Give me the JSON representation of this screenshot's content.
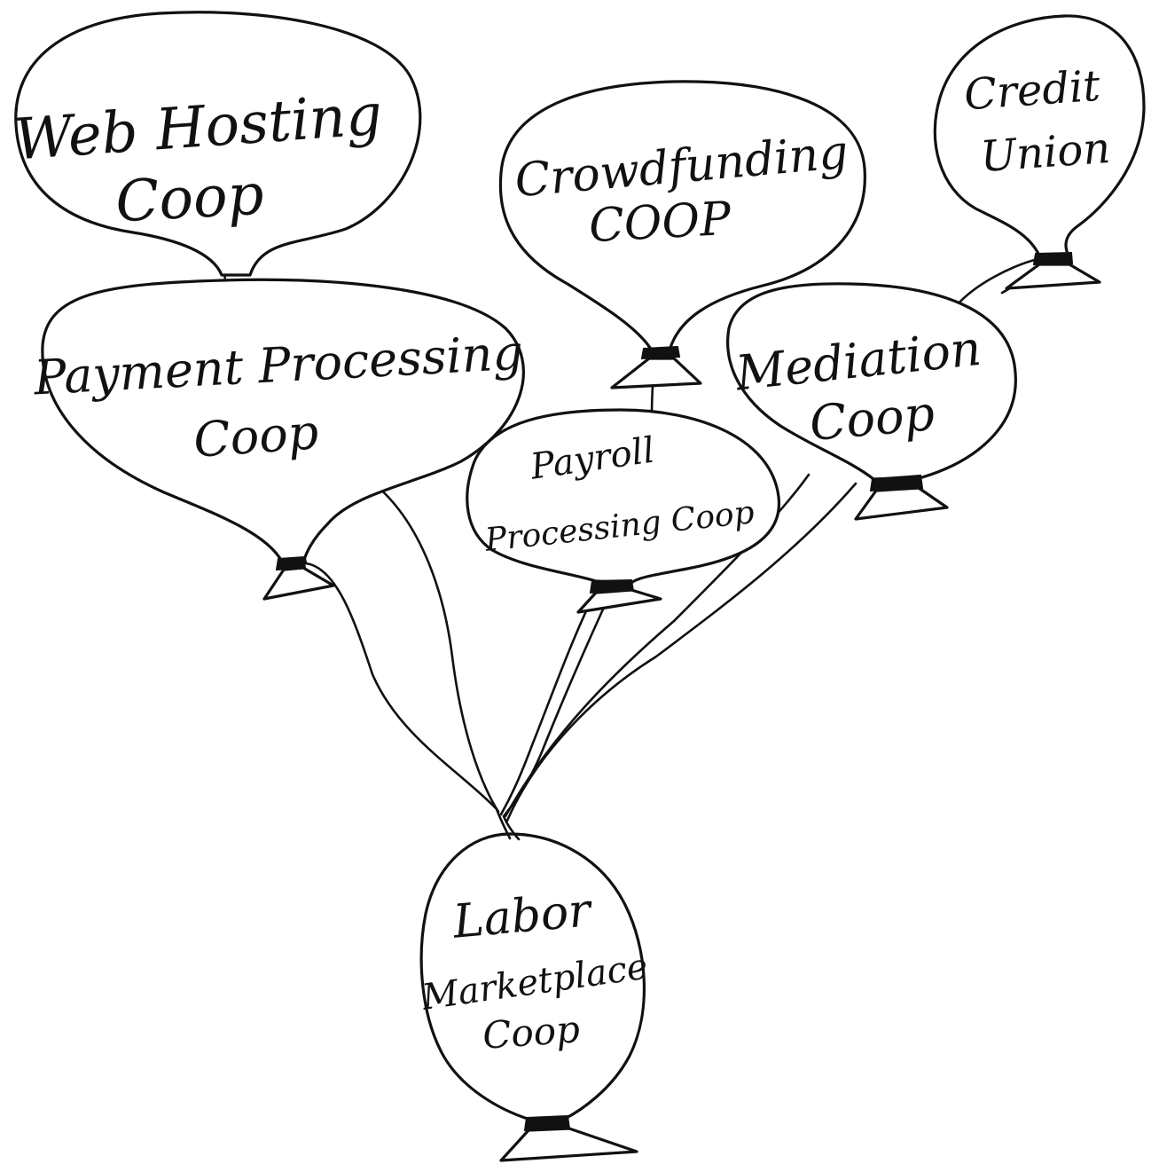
{
  "balloons": {
    "web_hosting": {
      "line1": "Web Hosting",
      "line2": "Coop"
    },
    "crowdfunding": {
      "line1": "Crowdfunding",
      "line2": "COOP"
    },
    "credit_union": {
      "line1": "Credit",
      "line2": "Union"
    },
    "payment_processing": {
      "line1": "Payment Processing",
      "line2": "Coop"
    },
    "mediation": {
      "line1": "Mediation",
      "line2": "Coop"
    },
    "payroll": {
      "line1": "Payroll",
      "line2": "Processing Coop"
    },
    "labor_marketplace": {
      "line1": "Labor",
      "line2": "Marketplace",
      "line3": "Coop"
    }
  },
  "colors": {
    "ink": "#111111",
    "paper": "#ffffff"
  }
}
